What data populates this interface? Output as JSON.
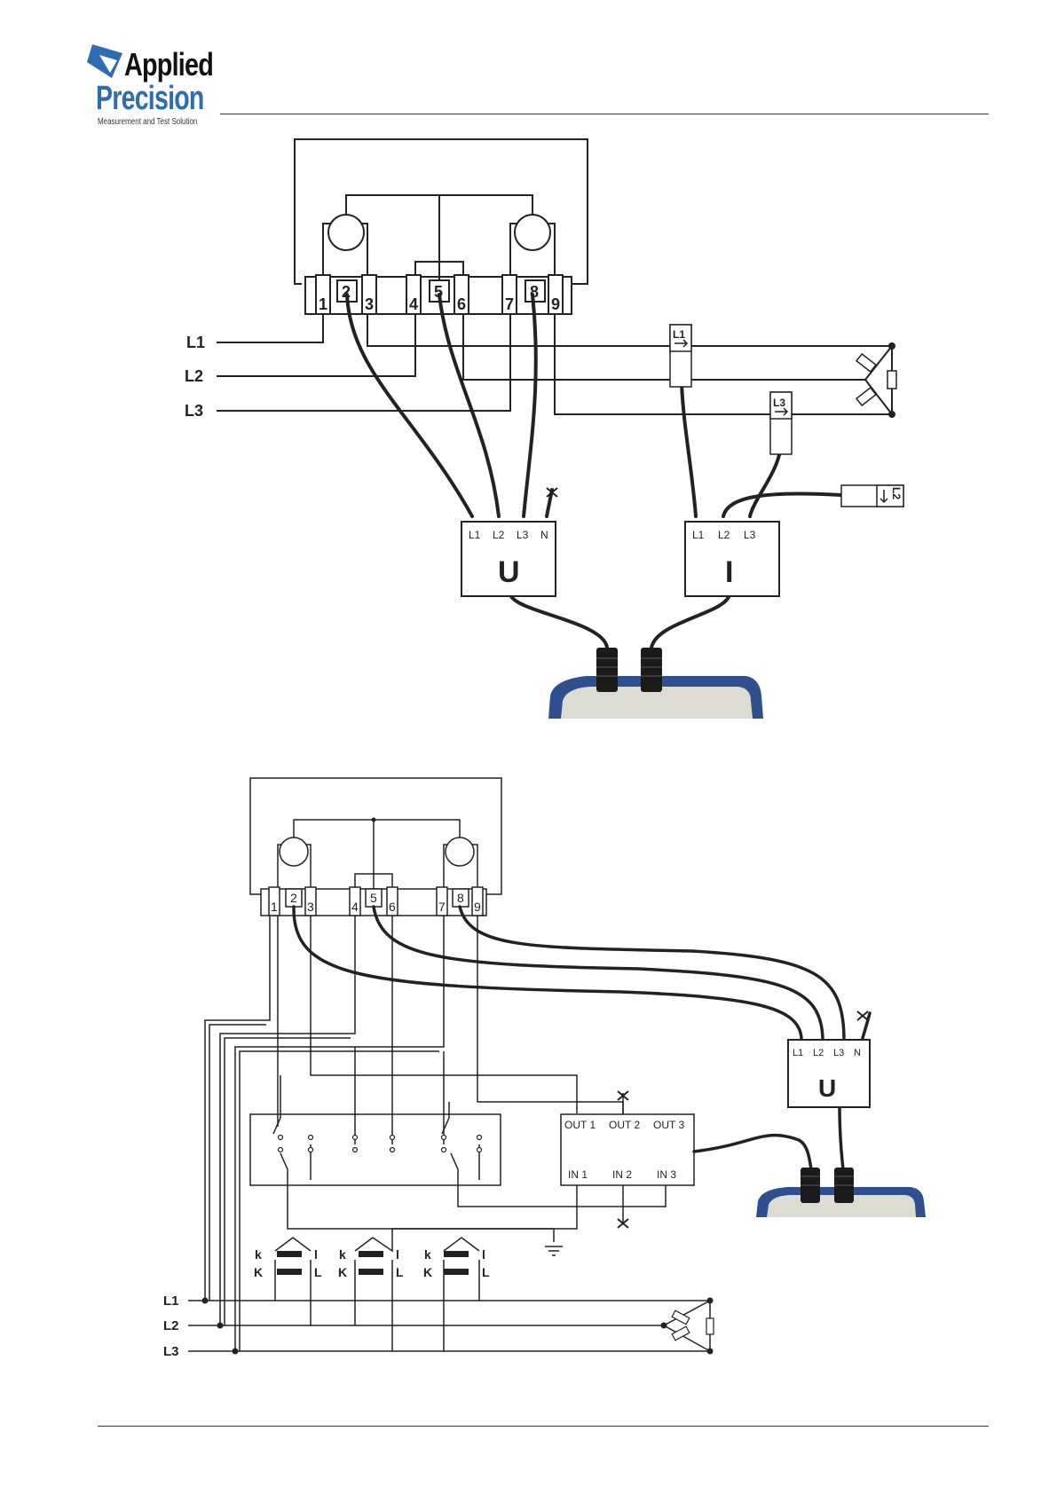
{
  "logo": {
    "line1": "Applied",
    "line2": "Precision",
    "tagline": "Measurement and Test Solution",
    "brand_color": "#2e6db3"
  },
  "diagram1": {
    "terminals": [
      "1",
      "2",
      "3",
      "4",
      "5",
      "6",
      "7",
      "8",
      "9"
    ],
    "lines": [
      "L1",
      "L2",
      "L3"
    ],
    "u_box": {
      "inputs": [
        "L1",
        "L2",
        "L3",
        "N"
      ],
      "label": "U"
    },
    "i_box": {
      "inputs": [
        "L1",
        "L2",
        "L3"
      ],
      "label": "I"
    },
    "clamps": [
      "L1",
      "L3",
      "L2"
    ]
  },
  "diagram2": {
    "terminals": [
      "1",
      "2",
      "3",
      "4",
      "5",
      "6",
      "7",
      "8",
      "9"
    ],
    "lines": [
      "L1",
      "L2",
      "L3"
    ],
    "u_box": {
      "inputs": [
        "L1",
        "L2",
        "L3",
        "N"
      ],
      "label": "U"
    },
    "ct_secondary": [
      "k",
      "l"
    ],
    "ct_primary": [
      "K",
      "L"
    ],
    "switch_box": {
      "outputs": [
        "OUT 1",
        "OUT 2",
        "OUT 3"
      ],
      "inputs": [
        "IN 1",
        "IN 2",
        "IN 3"
      ]
    }
  }
}
